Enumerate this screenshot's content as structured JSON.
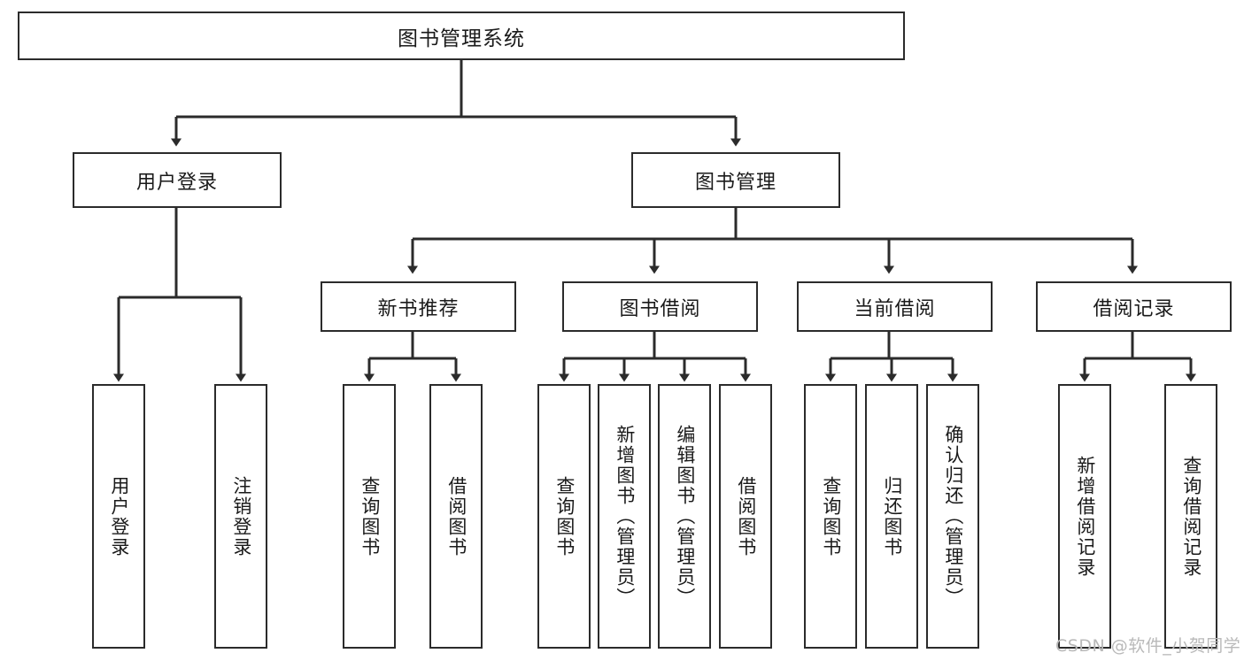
{
  "diagram": {
    "title": "图书管理系统",
    "type": "hierarchy-tree",
    "watermark": "CSDN @软件_小贺同学",
    "colors": {
      "stroke": "#2b2b2b",
      "fill": "#ffffff",
      "text": "#1a1a1a",
      "watermark": "#b9b9b9"
    },
    "root": {
      "label": "图书管理系统"
    },
    "level2": [
      {
        "label": "用户登录"
      },
      {
        "label": "图书管理"
      }
    ],
    "level3": [
      {
        "label": "新书推荐"
      },
      {
        "label": "图书借阅"
      },
      {
        "label": "当前借阅"
      },
      {
        "label": "借阅记录"
      }
    ],
    "leaves": {
      "user_login": [
        {
          "label": "用户登录"
        },
        {
          "label": "注销登录"
        }
      ],
      "new_book_recommend": [
        {
          "label": "查询图书"
        },
        {
          "label": "借阅图书"
        }
      ],
      "book_borrow": [
        {
          "label": "查询图书"
        },
        {
          "label": "新增图书（管理员）"
        },
        {
          "label": "编辑图书（管理员）"
        },
        {
          "label": "借阅图书"
        }
      ],
      "current_borrow": [
        {
          "label": "查询图书"
        },
        {
          "label": "归还图书"
        },
        {
          "label": "确认归还（管理员）"
        }
      ],
      "borrow_record": [
        {
          "label": "新增借阅记录"
        },
        {
          "label": "查询借阅记录"
        }
      ]
    }
  }
}
